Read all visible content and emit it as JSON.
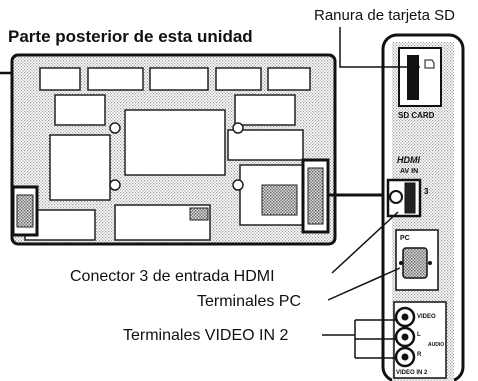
{
  "title": "Parte posterior de esta unidad",
  "callouts": {
    "sd_slot": "Ranura de tarjeta SD",
    "hdmi": "Conector 3 de entrada HDMI",
    "pc": "Terminales PC",
    "video": "Terminales VIDEO IN 2"
  },
  "panel_marks": {
    "sd_card": "SD CARD",
    "hdmi_logo": "HDMI",
    "av_in": "AV IN",
    "hdmi_number": "3",
    "pc": "PC",
    "video": "VIDEO",
    "audio_l": "L",
    "audio_r": "R",
    "audio": "AUDIO",
    "video_in_2": "VIDEO IN 2"
  }
}
